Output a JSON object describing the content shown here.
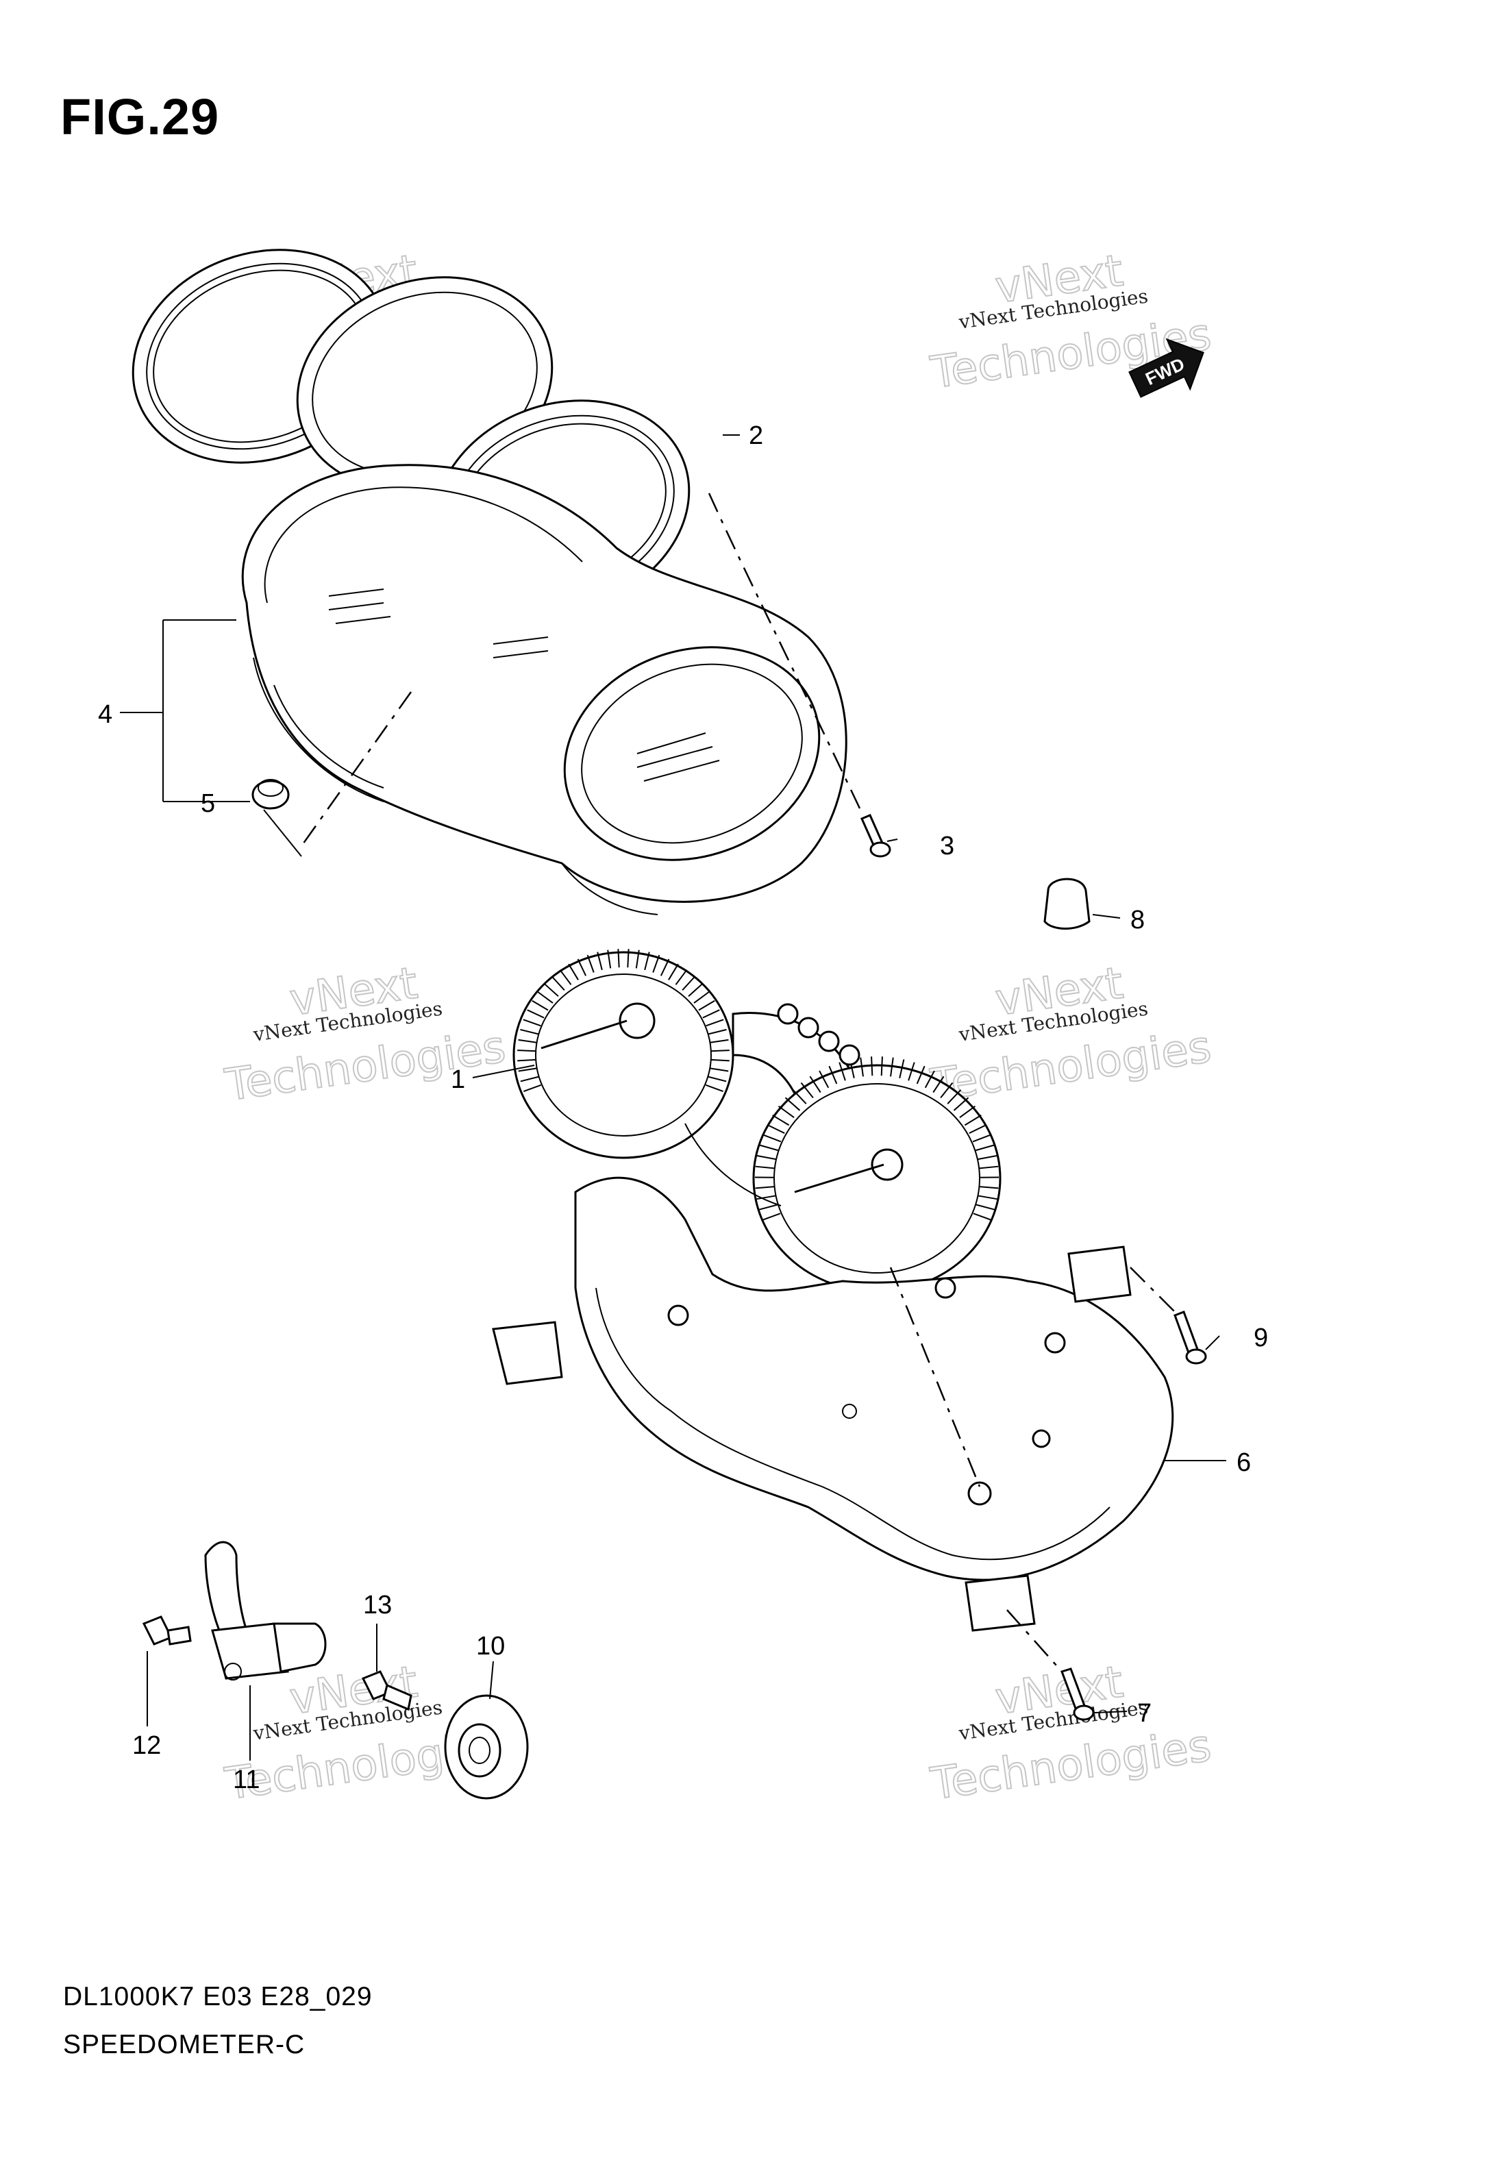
{
  "figure": {
    "title": "FIG.29",
    "model_code": "DL1000K7_E03_E28_029",
    "section": "SPEEDOMETER-C",
    "fwd_label": "FWD"
  },
  "callouts": [
    "1",
    "2",
    "3",
    "4",
    "5",
    "6",
    "7",
    "8",
    "9",
    "10",
    "11",
    "12",
    "13"
  ],
  "watermark": {
    "small": "vNext Technologies",
    "large_top": "vNext",
    "large_bottom": "Technologies"
  }
}
